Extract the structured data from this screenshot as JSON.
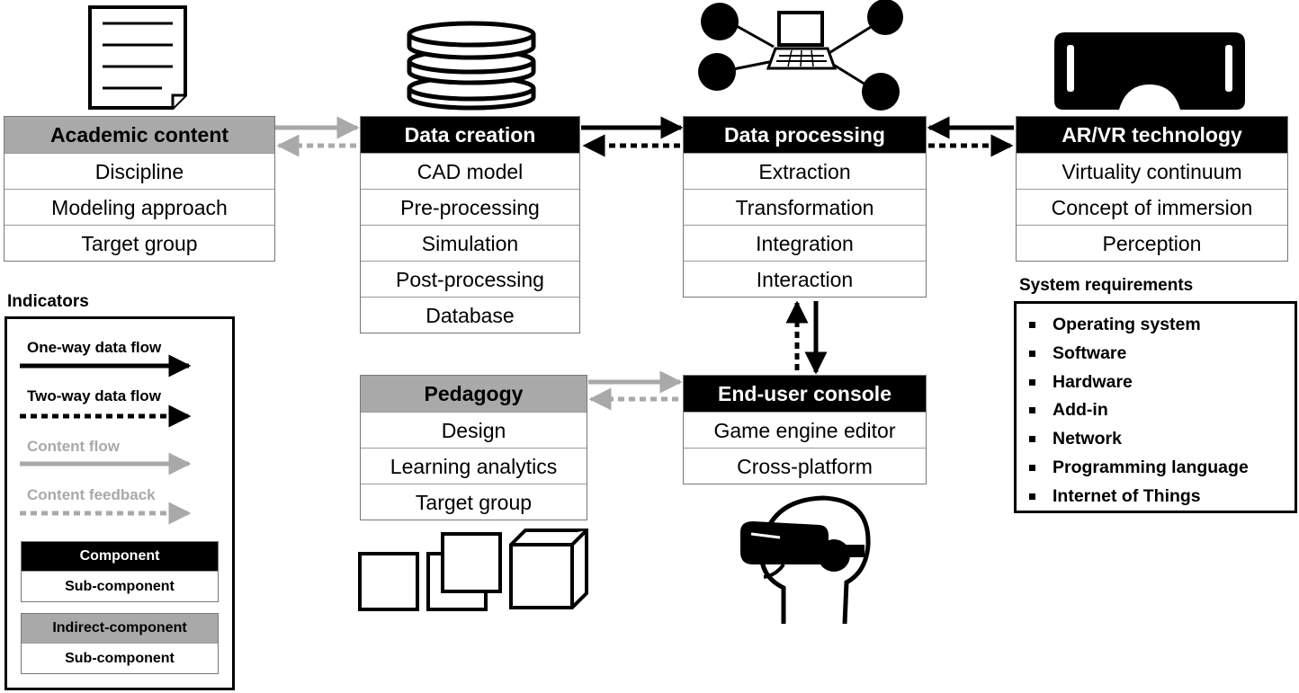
{
  "components": {
    "academic_content": {
      "title": "Academic content",
      "items": [
        "Discipline",
        "Modeling approach",
        "Target group"
      ]
    },
    "data_creation": {
      "title": "Data creation",
      "items": [
        "CAD model",
        "Pre-processing",
        "Simulation",
        "Post-processing",
        "Database"
      ]
    },
    "data_processing": {
      "title": "Data processing",
      "items": [
        "Extraction",
        "Transformation",
        "Integration",
        "Interaction"
      ]
    },
    "arvr_technology": {
      "title": "AR/VR technology",
      "items": [
        "Virtuality continuum",
        "Concept of immersion",
        "Perception"
      ]
    },
    "pedagogy": {
      "title": "Pedagogy",
      "items": [
        "Design",
        "Learning analytics",
        "Target group"
      ]
    },
    "end_user_console": {
      "title": "End-user console",
      "items": [
        "Game engine editor",
        "Cross-platform"
      ]
    }
  },
  "indicators": {
    "title": "Indicators",
    "one_way": "One-way data flow",
    "two_way": "Two-way data flow",
    "content_flow": "Content flow",
    "content_feedback": "Content feedback",
    "component": "Component",
    "sub_component": "Sub-component",
    "indirect_component": "Indirect-component",
    "sub_component_2": "Sub-component"
  },
  "system_requirements": {
    "title": "System requirements",
    "items": [
      "Operating system",
      "Software",
      "Hardware",
      "Add-in",
      "Network",
      "Programming language",
      "Internet of Things"
    ]
  },
  "icons": [
    "document-icon",
    "database-icon",
    "network-laptop-icon",
    "vr-goggles-icon",
    "cubes-icon",
    "vr-headset-head-icon"
  ],
  "colors": {
    "component": "#000000",
    "indirect_component": "#a9a9a9",
    "content_flow": "#a9a9a9",
    "data_flow": "#000000"
  }
}
